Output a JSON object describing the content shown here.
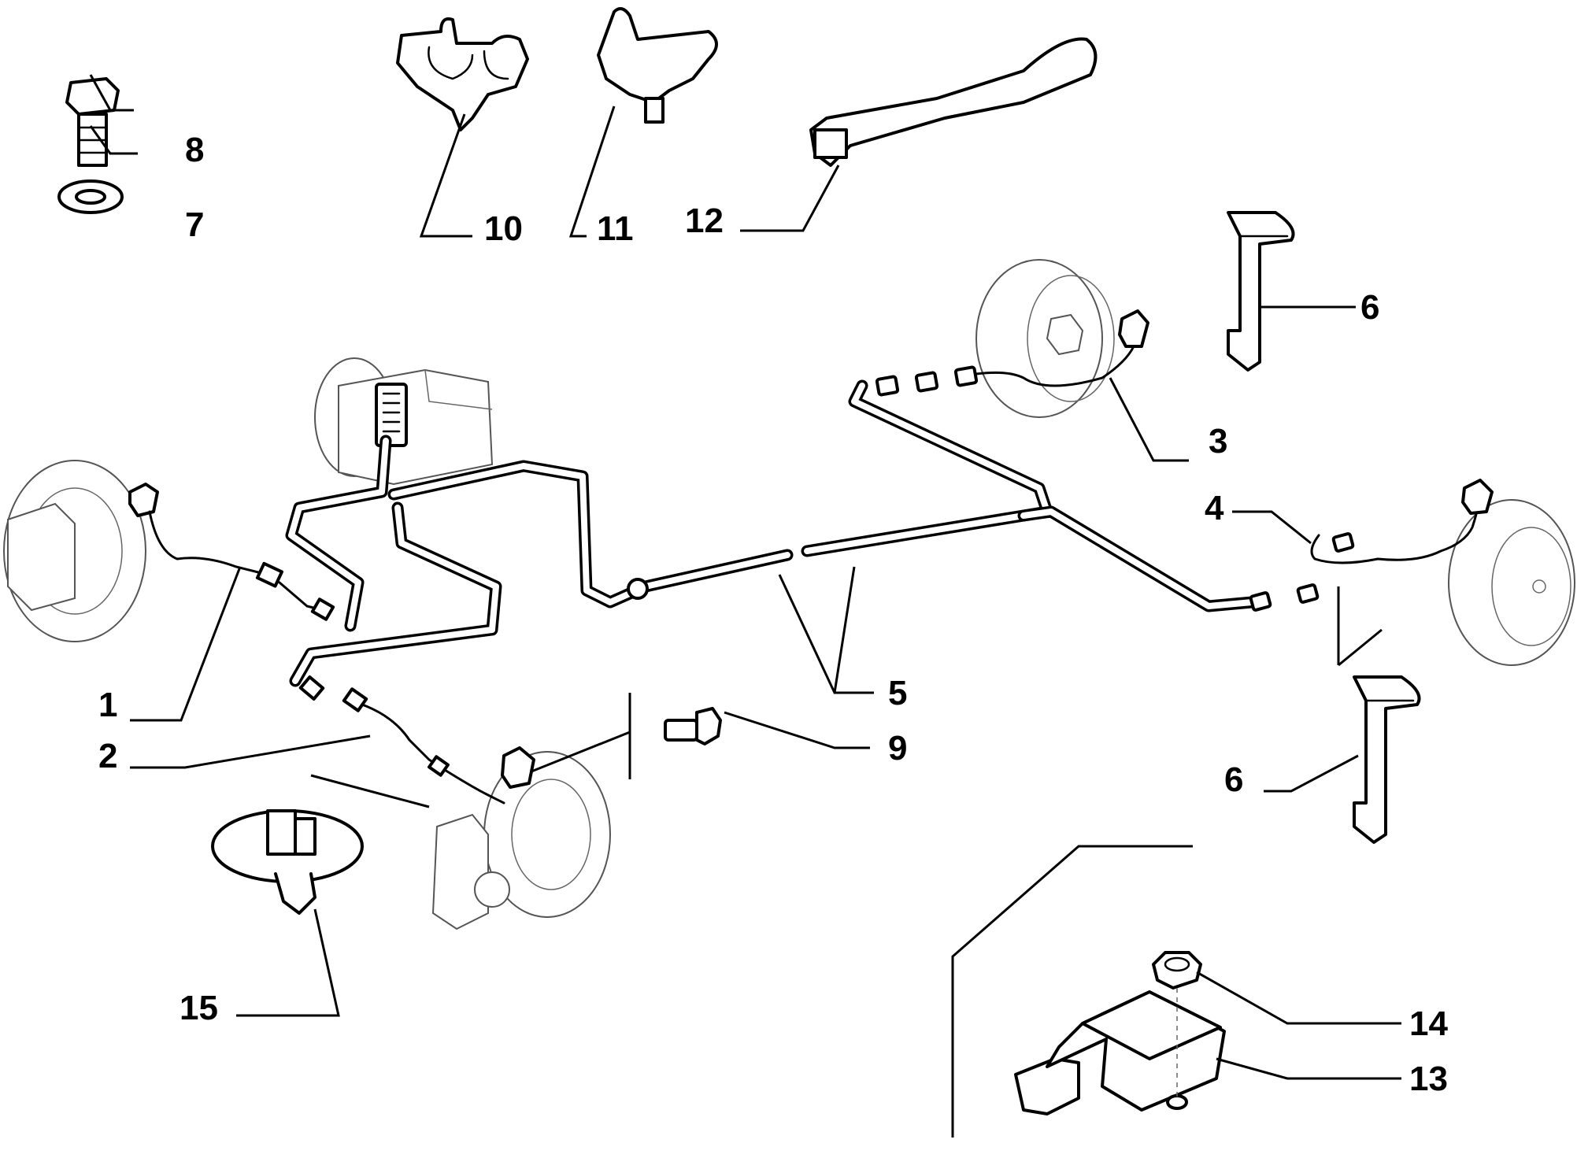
{
  "diagram": {
    "callouts": [
      {
        "id": "1",
        "text": "1"
      },
      {
        "id": "2",
        "text": "2"
      },
      {
        "id": "3",
        "text": "3"
      },
      {
        "id": "4",
        "text": "4"
      },
      {
        "id": "5",
        "text": "5"
      },
      {
        "id": "6a",
        "text": "6"
      },
      {
        "id": "6b",
        "text": "6"
      },
      {
        "id": "7",
        "text": "7"
      },
      {
        "id": "8",
        "text": "8"
      },
      {
        "id": "9",
        "text": "9"
      },
      {
        "id": "10",
        "text": "10"
      },
      {
        "id": "11",
        "text": "11"
      },
      {
        "id": "12",
        "text": "12"
      },
      {
        "id": "13",
        "text": "13"
      },
      {
        "id": "14",
        "text": "14"
      },
      {
        "id": "15",
        "text": "15"
      }
    ],
    "parts": {
      "1": "wheel-speed-sensor-front-left",
      "2": "wheel-speed-sensor-front-right",
      "3": "wheel-speed-sensor-rear-right",
      "4": "wheel-speed-sensor-rear-left",
      "5": "sensor-wiring-harness",
      "6": "mounting-bracket",
      "7": "washer",
      "8": "bolt",
      "9": "screw",
      "10": "double-cable-clip",
      "11": "single-cable-clip",
      "12": "cable-tie-strap",
      "13": "acceleration-sensor",
      "14": "nut",
      "15": "harness-retaining-clip"
    }
  }
}
